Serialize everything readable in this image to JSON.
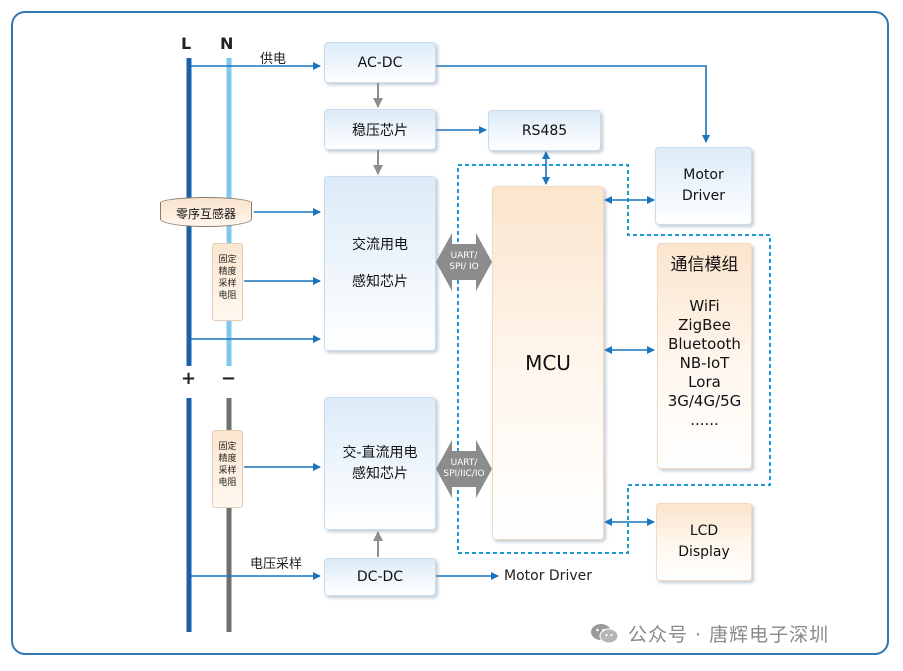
{
  "lines": {
    "L": "L",
    "N": "N",
    "plus": "+",
    "minus": "−"
  },
  "labels": {
    "power_supply": "供电",
    "voltage_sampling": "电压采样"
  },
  "ct_sensor": "零序互感器",
  "resistor": [
    "固定",
    "精度",
    "采样",
    "电阻"
  ],
  "boxes": {
    "acdc": "AC-DC",
    "regulator": "稳压芯片",
    "rs485": "RS485",
    "ac_sense": [
      "交流用电",
      "感知芯片"
    ],
    "acdc_sense": [
      "交-直流用电",
      "感知芯片"
    ],
    "dcdc": "DC-DC",
    "mcu": "MCU",
    "motor_driver": [
      "Motor",
      "Driver"
    ],
    "lcd": [
      "LCD",
      "Display"
    ],
    "motor_driver_out": "Motor Driver"
  },
  "interfaces": {
    "top": [
      "UART/",
      "SPI/ IO"
    ],
    "bottom": [
      "UART/",
      "SPI/IIC/IO"
    ]
  },
  "comm_module": {
    "title": "通信模组",
    "items": [
      "WiFi",
      "ZigBee",
      "Bluetooth",
      "NB-IoT",
      "Lora",
      "3G/4G/5G",
      "......"
    ]
  },
  "watermark": "公众号 · 唐辉电子深圳",
  "colors": {
    "line_L": "#1a5fa8",
    "line_N": "#7fc7ef",
    "dc_minus": "#6f6f6f",
    "arrow": "#1b75bc",
    "grey_arrow": "#8e8e8e",
    "frame": "#2f78b5"
  }
}
